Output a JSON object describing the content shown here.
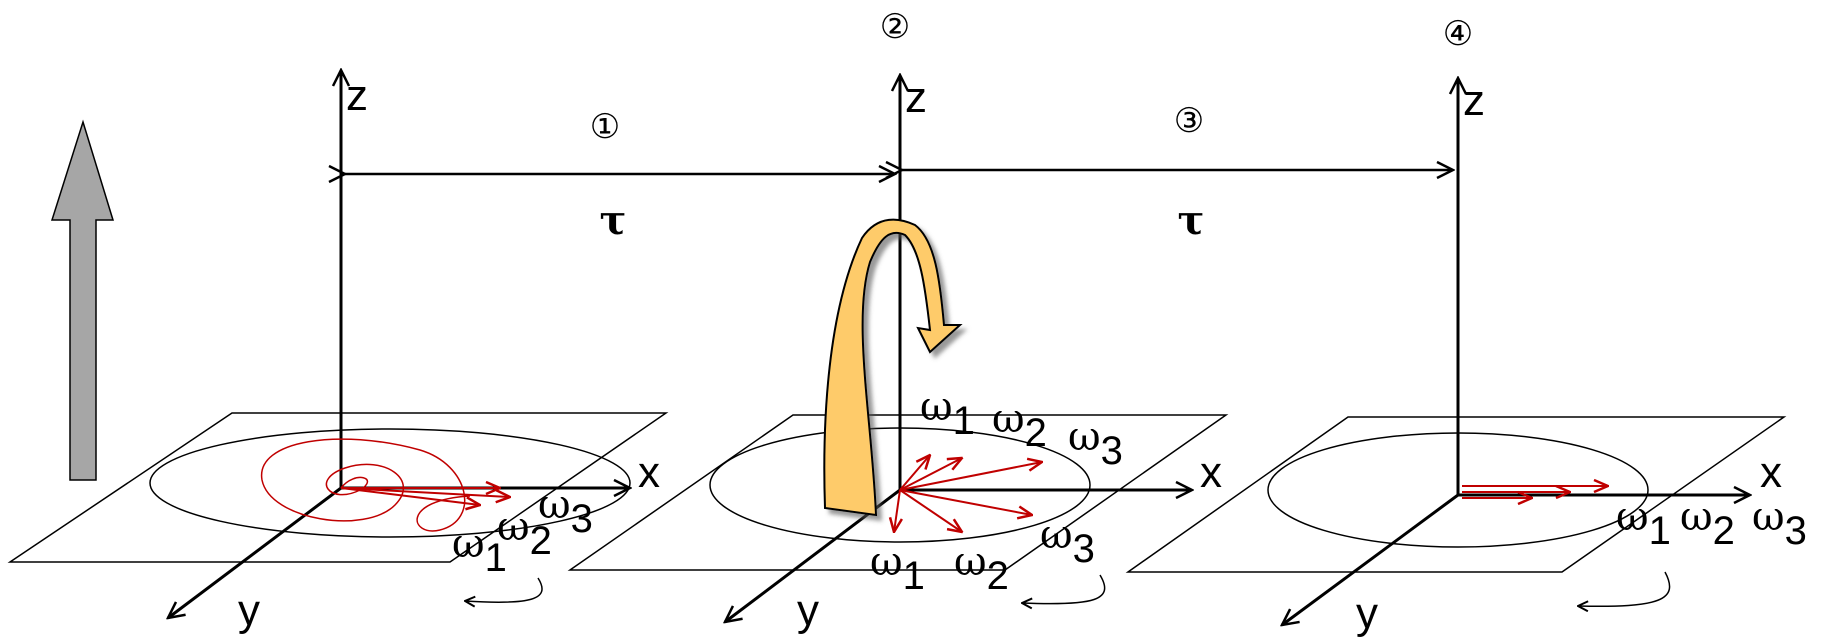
{
  "colors": {
    "lines": "#000000",
    "vectors": "#c00000",
    "rf_arrow": "#fecb6a",
    "big_arrow": "#a6a6a6"
  },
  "markers": [
    "①",
    "②",
    "③",
    "④"
  ],
  "tau": "τ",
  "axes": {
    "x": "x",
    "y": "y",
    "z": "z"
  },
  "omega": {
    "symbol": "ω",
    "subs": [
      "1",
      "2",
      "3"
    ]
  },
  "icons": [
    "up-arrow-icon",
    "rf-pulse-arrow-icon",
    "rotation-arrow-icon"
  ]
}
